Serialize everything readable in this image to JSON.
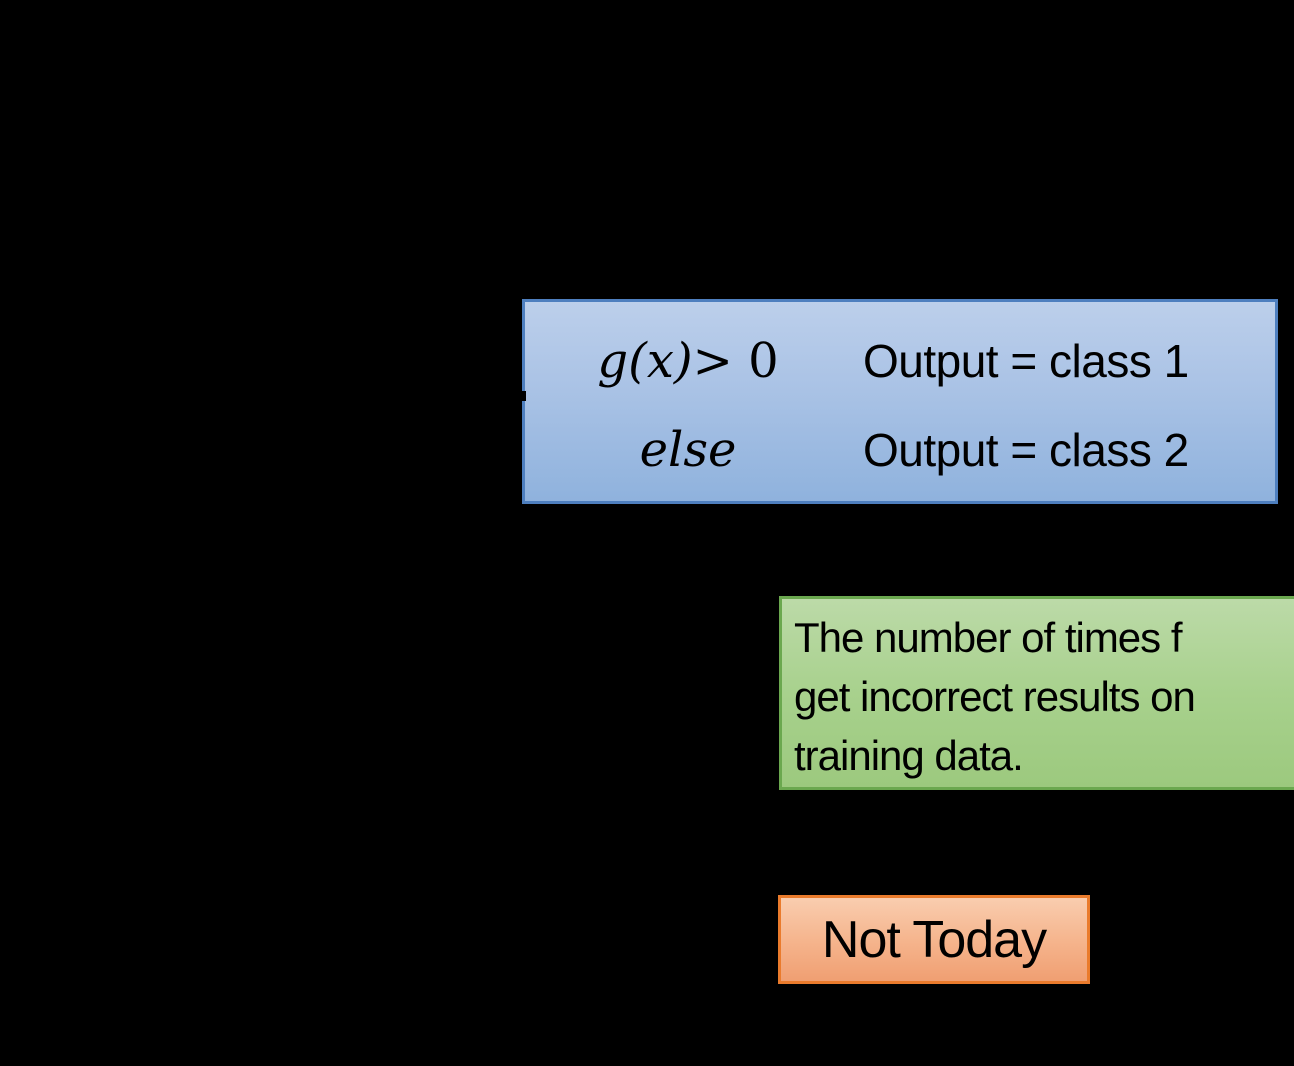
{
  "slide": {
    "background_color": "#000000"
  },
  "decision_box": {
    "fill_top": "#BCCFEB",
    "fill_bottom": "#8FB2DD",
    "border_color": "#4E7FBF",
    "rows": [
      {
        "condition_math": "g(x)",
        "condition_rest": " > 0",
        "output": "Output = class 1"
      },
      {
        "condition_math": "else",
        "condition_rest": "",
        "output": "Output = class 2"
      }
    ]
  },
  "note_box": {
    "fill_top": "#BCDAA8",
    "fill_bottom": "#9CC97E",
    "border_color": "#6BA84F",
    "lines": [
      "The number of times f",
      "get incorrect results on",
      "training data."
    ]
  },
  "answer_box": {
    "fill_top": "#F9CDAF",
    "fill_bottom": "#F09F72",
    "border_color": "#EA7B2C",
    "label": "Not Today"
  }
}
